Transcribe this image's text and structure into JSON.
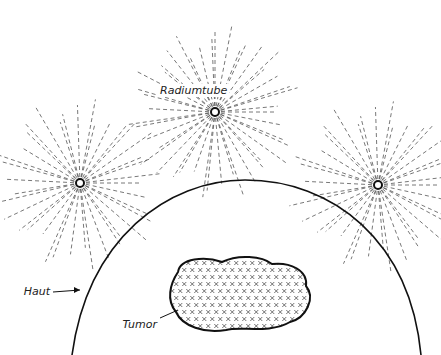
{
  "diagram": {
    "labels": [
      "Radiumtube",
      "Haut",
      "Tumor"
    ]
  }
}
